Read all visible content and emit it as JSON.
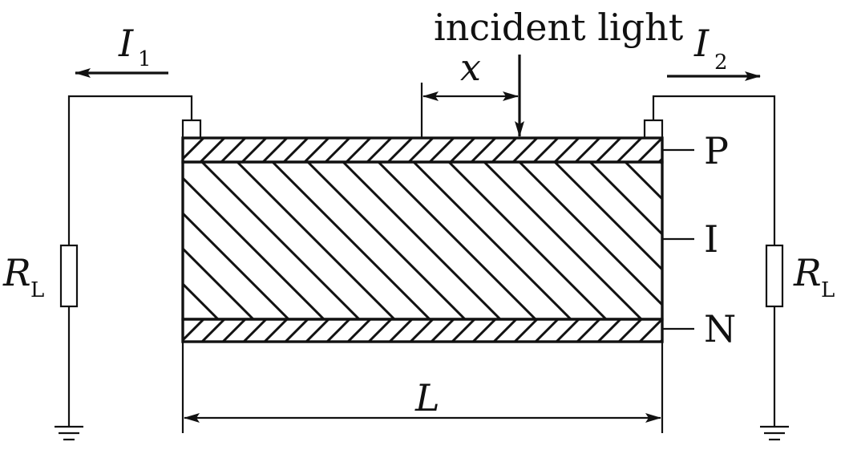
{
  "labels": {
    "incident_light": "incident light",
    "x": "x",
    "L": "L",
    "I1": "I",
    "I1_sub": "1",
    "I2": "I",
    "I2_sub": "2",
    "RL_left": "R",
    "RL_left_sub": "L",
    "RL_right": "R",
    "RL_right_sub": "L",
    "layer_P": "P",
    "layer_I": "I",
    "layer_N": "N"
  }
}
